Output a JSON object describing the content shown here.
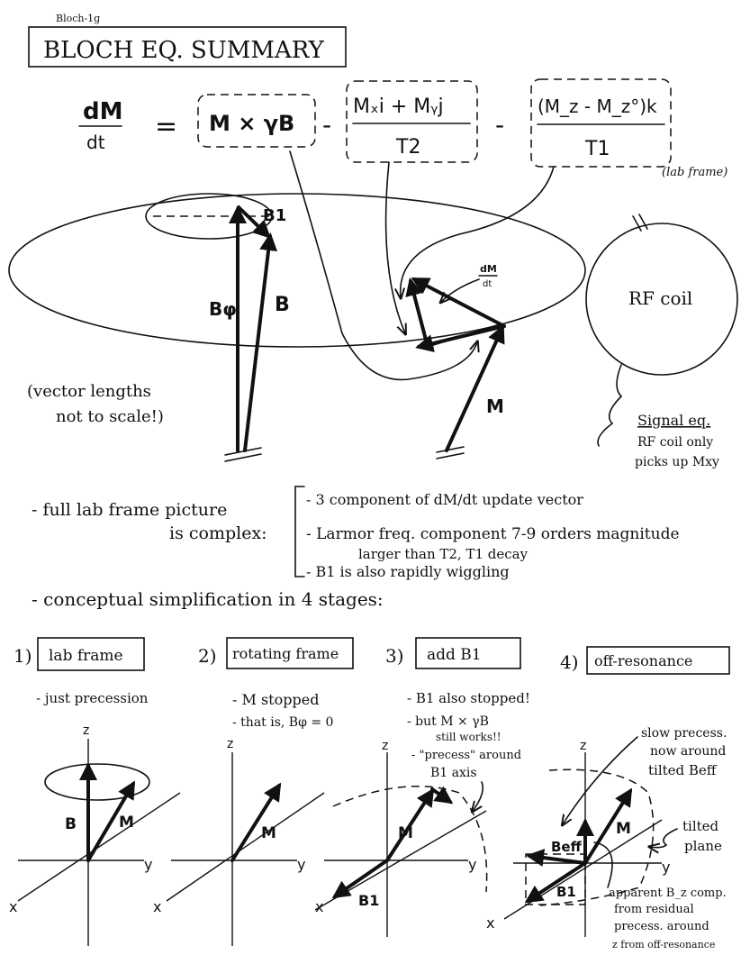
{
  "header": {
    "tag": "Bloch-1g",
    "title": "BLOCH EQ. SUMMARY"
  },
  "equation": {
    "lhs_num": "dM",
    "lhs_den": "dt",
    "equals": "=",
    "term1": "M × γB",
    "minus1": "-",
    "term2_num": "Mₓi + Mᵧj",
    "term2_den": "T2",
    "minus2": "-",
    "term3_num": "(M_z - M_z°)k",
    "term3_den": "T1",
    "frame_note": "(lab frame)"
  },
  "lab_picture": {
    "b1_label": "B1",
    "b0_label": "Bφ",
    "b_label": "B",
    "m_label": "M",
    "dmdt_num": "dM",
    "dmdt_den": "dt",
    "note_line1": "(vector lengths",
    "note_line2": "not to scale!)",
    "rf_coil_label": "RF coil",
    "signal_title": "Signal eq.",
    "signal_line1": "RF coil only",
    "signal_line2": "picks up Mxy"
  },
  "notes": {
    "complex_line1": "- full lab frame picture",
    "complex_line2": "is complex:",
    "bullets": [
      "- 3 component of dM/dt update vector",
      "- Larmor freq. component 7-9 orders magnitude",
      "larger than T2, T1 decay",
      "- B1 is also rapidly wiggling"
    ],
    "stages_intro": "- conceptual simplification in 4 stages:"
  },
  "stages": [
    {
      "num": "1)",
      "label": "lab frame",
      "notes": [
        "- just precession"
      ]
    },
    {
      "num": "2)",
      "label": "rotating frame",
      "notes": [
        "- M stopped",
        "- that is, Bφ = 0"
      ]
    },
    {
      "num": "3)",
      "label": "add B1",
      "notes": [
        "- B1 also stopped!",
        "- but M × γB",
        "still works!!",
        "- \"precess\" around",
        "B1 axis"
      ]
    },
    {
      "num": "4)",
      "label": "off-resonance",
      "notes": []
    }
  ],
  "axes": {
    "z": "z",
    "y": "y",
    "x": "x",
    "b": "B",
    "m": "M",
    "b1": "B1",
    "beff": "Beff"
  },
  "stage4_notes": {
    "slow_line1": "slow precess.",
    "slow_line2": "now around",
    "slow_line3": "tilted Beff",
    "tilted_line1": "tilted",
    "tilted_line2": "plane",
    "apparent_line1": "apparent B_z comp.",
    "apparent_line2": "from residual",
    "apparent_line3": "precess. around",
    "apparent_line4": "z from off-resonance"
  }
}
